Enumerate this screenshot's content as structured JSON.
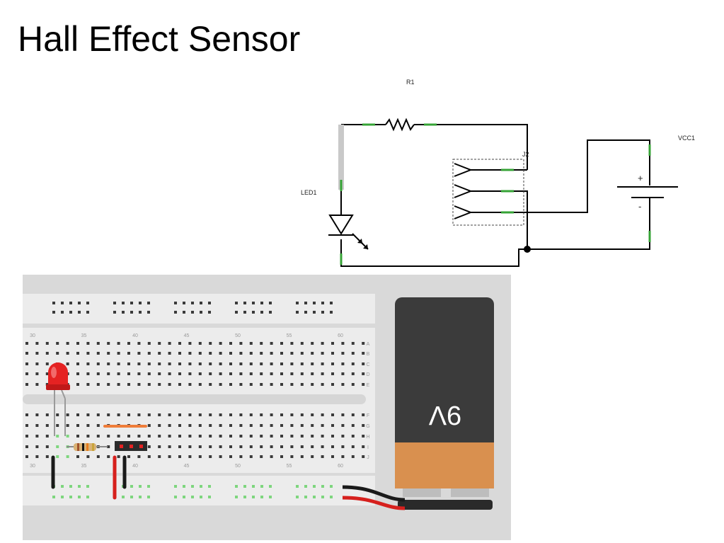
{
  "slide": {
    "title": "Hall Effect Sensor"
  },
  "schematic": {
    "labels": {
      "resistor": "R1",
      "led": "LED1",
      "sensor": "J2",
      "supply": "VCC1",
      "plus": "+",
      "minus": "-"
    },
    "colors": {
      "wire": "#000000",
      "pin": "#35a335"
    }
  },
  "breadboard": {
    "column_numbers_top": [
      "30",
      "35",
      "40",
      "45",
      "50",
      "55",
      "60"
    ],
    "column_numbers_bottom": [
      "30",
      "35",
      "40",
      "45",
      "50",
      "55",
      "60"
    ],
    "row_letters_top": [
      "A",
      "B",
      "C",
      "D",
      "E"
    ],
    "row_letters_bottom": [
      "F",
      "G",
      "H",
      "I",
      "J"
    ],
    "battery_label": "9V",
    "colors": {
      "board_bg": "#d9d9d9",
      "board": "#ececec",
      "hole": "#3a3a3a",
      "hole_active": "#7ed67e",
      "led": "#e52222",
      "battery_top": "#3b3b3b",
      "battery_bottom": "#d9904f",
      "wire_red": "#d6201d",
      "wire_black": "#1a1a1a",
      "wire_orange": "#ef7d3a"
    }
  }
}
